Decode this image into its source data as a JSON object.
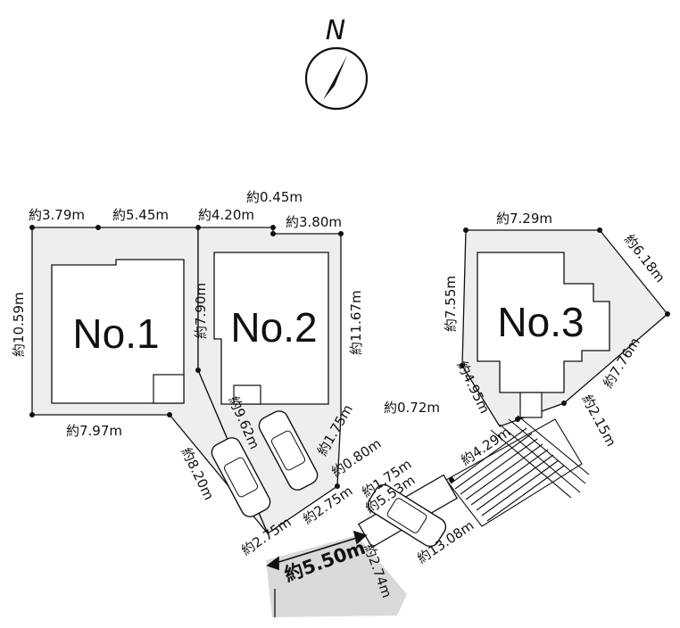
{
  "compass": {
    "letter": "N"
  },
  "buildings": [
    {
      "id": "no1",
      "label": "No.1"
    },
    {
      "id": "no2",
      "label": "No.2"
    },
    {
      "id": "no3",
      "label": "No.3"
    }
  ],
  "dimensions": {
    "d01": "約3.79m",
    "d02": "約5.45m",
    "d03": "約4.20m",
    "d04": "約0.45m",
    "d05": "約3.80m",
    "d06": "約10.59m",
    "d07": "約7.90m",
    "d08": "約11.67m",
    "d09": "約7.97m",
    "d10": "約9.62m",
    "d11": "約1.75m",
    "d12": "約8.20m",
    "d13": "約0.80m",
    "d14": "約2.75m",
    "d15": "約2.75m",
    "d16": "約5.50m",
    "d17": "約2.74m",
    "d18": "約7.29m",
    "d19": "約6.18m",
    "d20": "約7.55m",
    "d21": "約7.76m",
    "d22": "約4.95m",
    "d23": "約0.72m",
    "d24": "約4.29m",
    "d25": "約2.15m",
    "d26": "約1.75m",
    "d27": "約5.53m",
    "d28": "約13.08m"
  },
  "colors": {
    "lot_fill": "#eeeeee",
    "road_fill": "#d9d9d9",
    "line": "#111111"
  }
}
